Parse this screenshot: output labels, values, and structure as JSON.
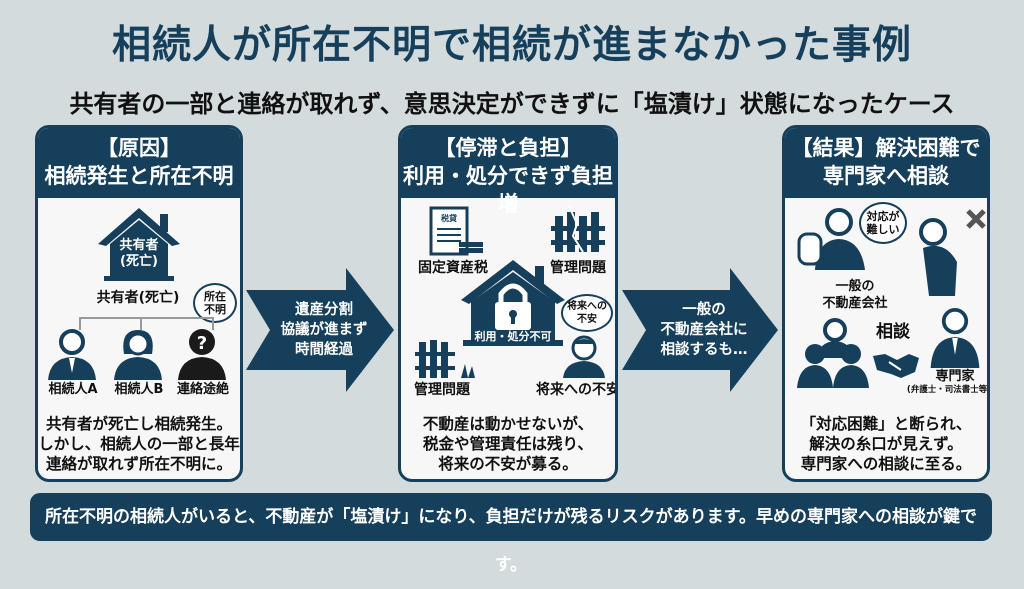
{
  "title": "相続人が所在不明で相続が進まなかった事例",
  "subtitle": "共有者の一部と連絡が取れず、意思決定ができずに「塩漬け」状態になったケース",
  "panels": [
    {
      "heading_line1": "【原因】",
      "heading_line2": "相続発生と所在不明",
      "house_label": "共有者\n(死亡)",
      "house_label_1": "共有者",
      "house_label_2": "(死亡)",
      "owner_label": "共有者(死亡)",
      "bubble": "所在\n不明",
      "bubble_1": "所在",
      "bubble_2": "不明",
      "heirs": [
        "相続人A",
        "相続人B",
        "連絡途絶"
      ],
      "desc": [
        "共有者が死亡し相続発生。",
        "しかし、相続人の一部と長年",
        "連絡が取れず所在不明に。"
      ]
    },
    {
      "heading_line1": "【停滞と負担】",
      "heading_line2": "利用・処分できず負担増",
      "tax_doc_label": "税貸",
      "tax_label": "固定資産税",
      "mgmt_label_top": "管理問題",
      "lock_label": "利用・処分不可",
      "mgmt_label_bottom": "管理問題",
      "worry_bubble_1": "将来への",
      "worry_bubble_2": "不安",
      "worry_label": "将来への不安",
      "desc": [
        "不動産は動かせないが、",
        "税金や管理責任は残り、",
        "将来の不安が募る。"
      ]
    },
    {
      "heading_line1": "【結果】解決困難で",
      "heading_line2": "専門家へ相談",
      "bubble_1": "対応が",
      "bubble_2": "難しい",
      "agency_label_1": "一般の",
      "agency_label_2": "不動産会社",
      "consult_label": "相談",
      "expert_label": "専門家",
      "expert_sub": "(弁護士・司法書士等)",
      "desc": [
        "「対応困難」と断られ、",
        "解決の糸口が見えず。",
        "専門家への相談に至る。"
      ]
    }
  ],
  "arrows": [
    {
      "lines": [
        "遺産分割",
        "協議が進まず",
        "時間経過"
      ]
    },
    {
      "lines": [
        "一般の",
        "不動産会社に",
        "相談するも…"
      ]
    }
  ],
  "bottom_banner": "所在不明の相続人がいると、不動産が「塩漬け」になり、負担だけが残るリスクがあります。早めの専門家への相談が鍵です。",
  "colors": {
    "navy": "#153f5a",
    "background": "#d3dbdd",
    "panel": "#f6f7f6"
  }
}
